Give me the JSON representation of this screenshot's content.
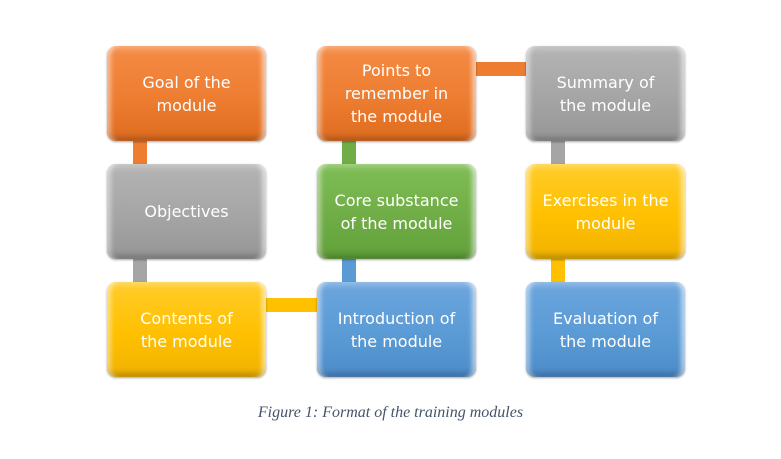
{
  "diagram": {
    "title": "Format of the training modules",
    "nodes": [
      {
        "id": "goal",
        "label": "Goal of the\nmodule",
        "color": "#ed7d31",
        "order": 1
      },
      {
        "id": "objectives",
        "label": "Objectives",
        "color": "#a5a5a5",
        "order": 2
      },
      {
        "id": "contents",
        "label": "Contents of\nthe module",
        "color": "#ffc000",
        "order": 3
      },
      {
        "id": "introduction",
        "label": "Introduction of\nthe module",
        "color": "#5b9bd5",
        "order": 4
      },
      {
        "id": "core",
        "label": "Core substance\nof the module",
        "color": "#70ad47",
        "order": 5
      },
      {
        "id": "points",
        "label": "Points to\nremember in\nthe module",
        "color": "#ed7d31",
        "order": 6
      },
      {
        "id": "summary",
        "label": "Summary of\nthe module",
        "color": "#a5a5a5",
        "order": 7
      },
      {
        "id": "exercises",
        "label": "Exercises in the\nmodule",
        "color": "#ffc000",
        "order": 8
      },
      {
        "id": "evaluation",
        "label": "Evaluation of\nthe module",
        "color": "#5b9bd5",
        "order": 9
      }
    ],
    "edges": [
      {
        "from": "goal",
        "to": "objectives",
        "color": "#ed7d31"
      },
      {
        "from": "objectives",
        "to": "contents",
        "color": "#a5a5a5"
      },
      {
        "from": "contents",
        "to": "introduction",
        "color": "#ffc000"
      },
      {
        "from": "introduction",
        "to": "core",
        "color": "#5b9bd5"
      },
      {
        "from": "core",
        "to": "points",
        "color": "#70ad47"
      },
      {
        "from": "points",
        "to": "summary",
        "color": "#ed7d31"
      },
      {
        "from": "summary",
        "to": "exercises",
        "color": "#a5a5a5"
      },
      {
        "from": "exercises",
        "to": "evaluation",
        "color": "#ffc000"
      }
    ]
  },
  "caption": "Figure 1: Format of the training modules"
}
